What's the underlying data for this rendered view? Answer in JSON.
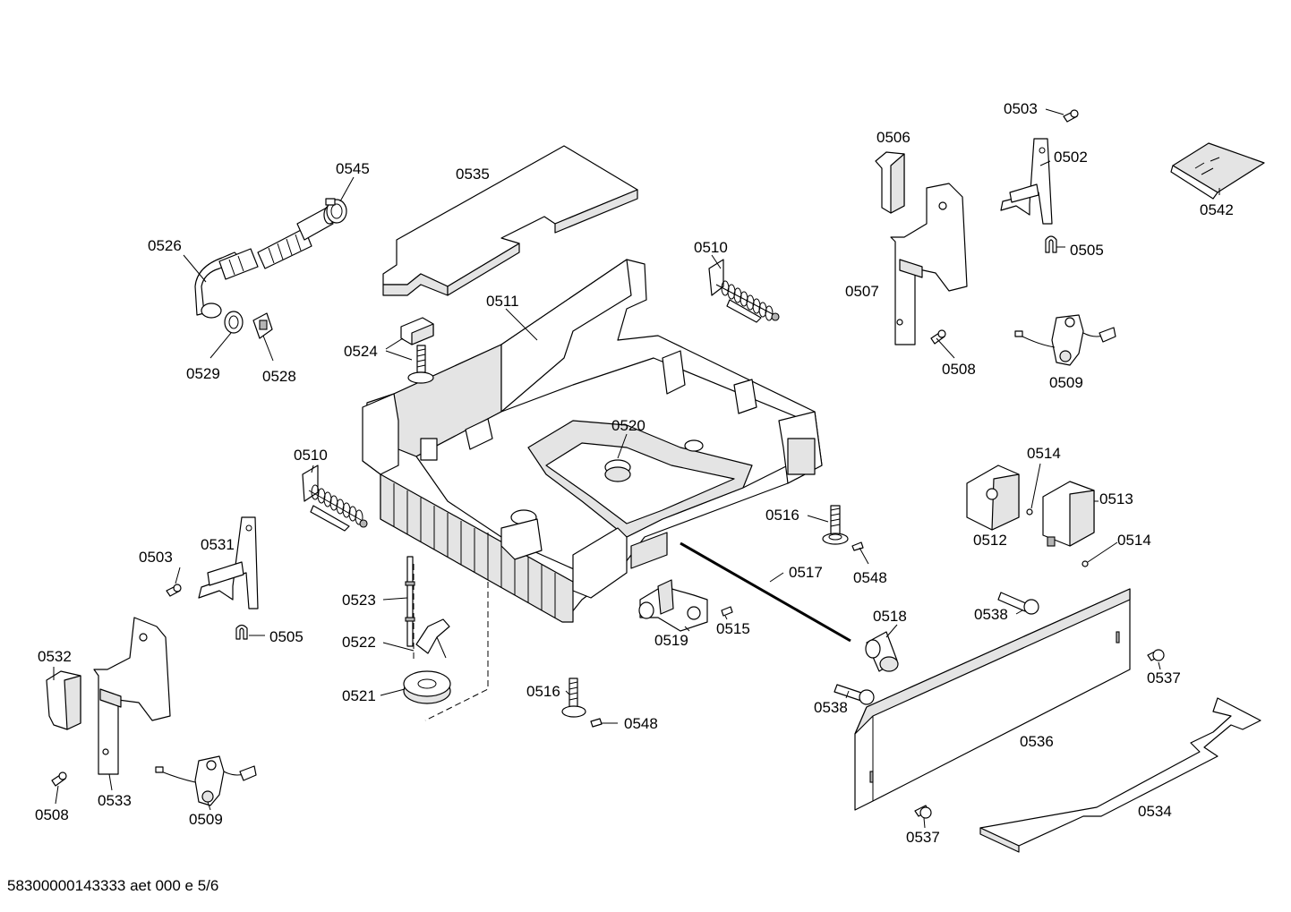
{
  "footer": "58300000143333 aet 000 e 5/6",
  "labels": {
    "l0503a": "0503",
    "l0502": "0502",
    "l0506": "0506",
    "l0542": "0542",
    "l0505a": "0505",
    "l0507": "0507",
    "l0508a": "0508",
    "l0509a": "0509",
    "l0545": "0545",
    "l0535": "0535",
    "l0526": "0526",
    "l0510a": "0510",
    "l0511": "0511",
    "l0524": "0524",
    "l0529": "0529",
    "l0528": "0528",
    "l0520": "0520",
    "l0510b": "0510",
    "l0514a": "0514",
    "l0513": "0513",
    "l0516a": "0516",
    "l0512": "0512",
    "l0514b": "0514",
    "l0548a": "0548",
    "l0503b": "0503",
    "l0531": "0531",
    "l0517": "0517",
    "l0523": "0523",
    "l0518": "0518",
    "l0538a": "0538",
    "l0505b": "0505",
    "l0522": "0522",
    "l0519": "0519",
    "l0515": "0515",
    "l0532": "0532",
    "l0537a": "0537",
    "l0521": "0521",
    "l0516b": "0516",
    "l0538b": "0538",
    "l0548b": "0548",
    "l0536": "0536",
    "l0533": "0533",
    "l0534": "0534",
    "l0508b": "0508",
    "l0509b": "0509",
    "l0537b": "0537"
  }
}
